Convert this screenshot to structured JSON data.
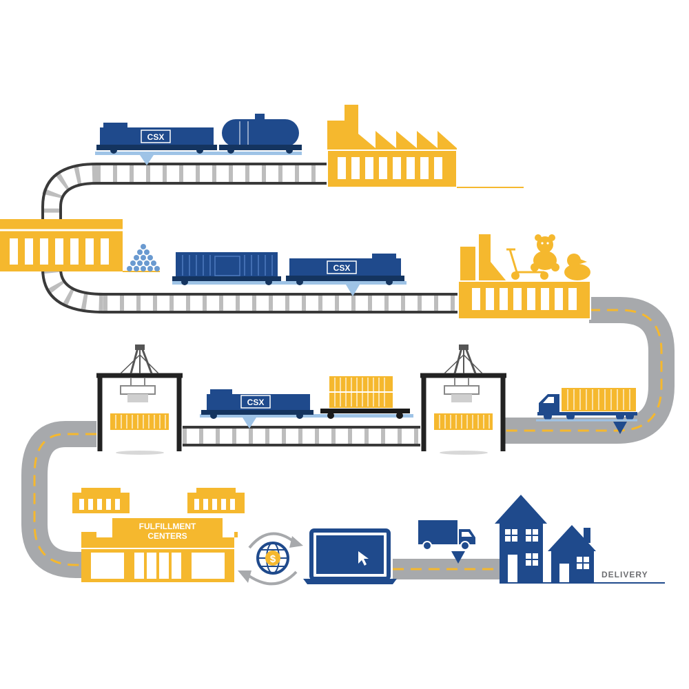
{
  "colors": {
    "navy": "#1f4a8c",
    "gold": "#f5b82e",
    "gray": "#a7a9ac",
    "rail": "#3a3a3a",
    "tie": "#bdbdbd",
    "white": "#ffffff"
  },
  "icons": {
    "locomotive": "locomotive-icon",
    "tank_car": "tank-car-icon",
    "box_car": "boxcar-icon",
    "factory": "factory-icon",
    "warehouse": "warehouse-icon",
    "crane": "gantry-crane-icon",
    "container": "shipping-container-icon",
    "truck": "truck-icon",
    "globe": "globe-dollar-icon",
    "laptop": "laptop-icon",
    "house": "house-icon",
    "toys": "toys-icon"
  },
  "rail_marks": {
    "locomotive_1": "CSX",
    "locomotive_2": "CSX",
    "locomotive_3": "CSX"
  },
  "labels": {
    "fulfillment_line_1": "FULFILLMENT",
    "fulfillment_line_2": "CENTERS",
    "delivery": "DELIVERY"
  }
}
